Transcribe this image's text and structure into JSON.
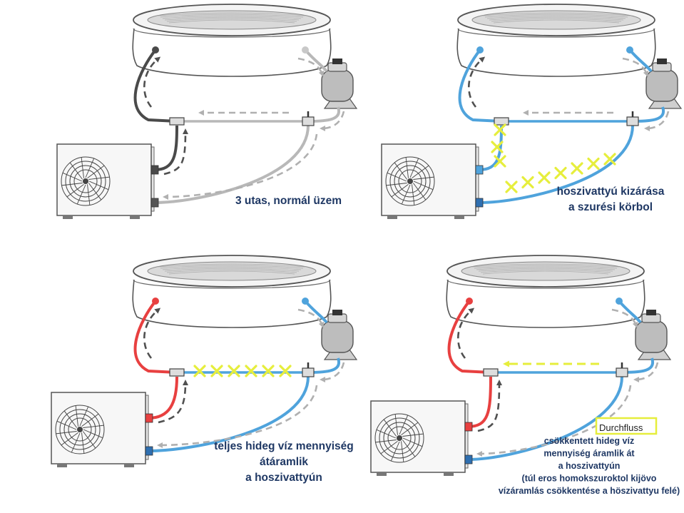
{
  "panels": [
    {
      "id": "normal",
      "caption_lines": [
        "3 utas, normál üzem"
      ],
      "left_hose_color": "#4a4a4a",
      "right_hose_color": "#b8b8b8",
      "blocked_bypass": false,
      "blocked_pump_line": false
    },
    {
      "id": "bypass",
      "caption_lines": [
        "hoszivattyú kizárása",
        "a szurési körbol"
      ],
      "left_hose_color": "#4fa3dc",
      "right_hose_color": "#4fa3dc",
      "blocked_bypass": false,
      "blocked_pump_line": true
    },
    {
      "id": "full",
      "caption_lines": [
        "teljes hideg víz mennyiség",
        "átáramlik",
        "a hoszivattyún"
      ],
      "left_hose_color": "#e84040",
      "right_hose_color": "#4fa3dc",
      "blocked_bypass": true,
      "blocked_pump_line": false
    },
    {
      "id": "reduced",
      "caption_lines": [
        "csökkentett hideg víz",
        "mennyiség áramlik át",
        "a hoszivattyún",
        "(túl eros homokszuroktol kijövo",
        "vízáramlás csökkentése a höszivattyu felé)"
      ],
      "tag_label": "Durchfluss",
      "left_hose_color": "#e84040",
      "right_hose_color": "#4fa3dc",
      "blocked_bypass": false,
      "blocked_pump_line": false
    }
  ],
  "colors": {
    "caption": "#1f3864",
    "cross": "#e6ee3c",
    "cold": "#4fa3dc",
    "hot": "#e84040",
    "arrow_dark": "#505050",
    "arrow_light": "#b0b0b0",
    "arrow_yellow": "#e6ee3c"
  }
}
